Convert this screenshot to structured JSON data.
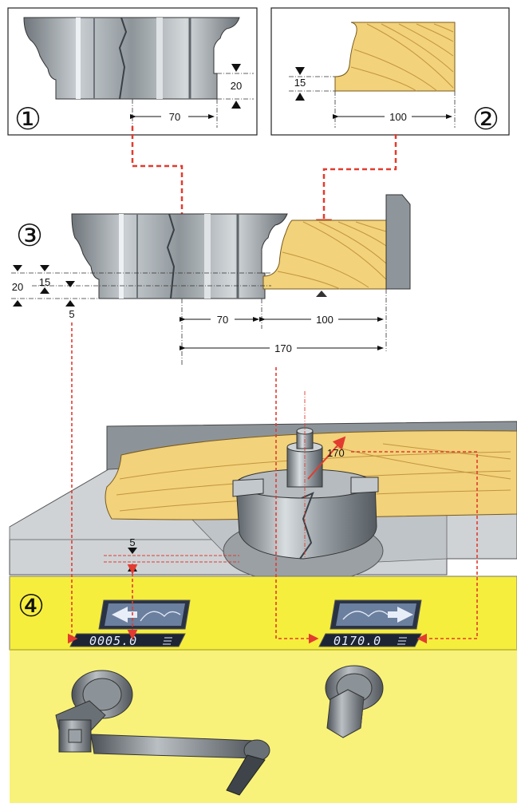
{
  "panels": {
    "p1": {
      "number": "①",
      "dim_width": "70",
      "dim_height": "20"
    },
    "p2": {
      "number": "②",
      "dim_width": "100",
      "dim_height": "15"
    },
    "p3": {
      "number": "③",
      "dim_70": "70",
      "dim_100": "100",
      "dim_170": "170",
      "dim_20": "20",
      "dim_15": "15",
      "dim_5": "5"
    },
    "p4": {
      "number": "④",
      "spindle_label": "170",
      "height_label": "5"
    }
  },
  "displays": {
    "left": "0005.0",
    "right": "0170.0"
  },
  "colors": {
    "wood": "#f2d27a",
    "wood_grain": "#c9a04a",
    "steel": "#8d9499",
    "steel_light": "#c7ccd0",
    "yellow": "#f6ee3c",
    "yellow_light": "#f8f27a",
    "red_dash": "#e33b2f",
    "display_bg": "#1d2433"
  }
}
